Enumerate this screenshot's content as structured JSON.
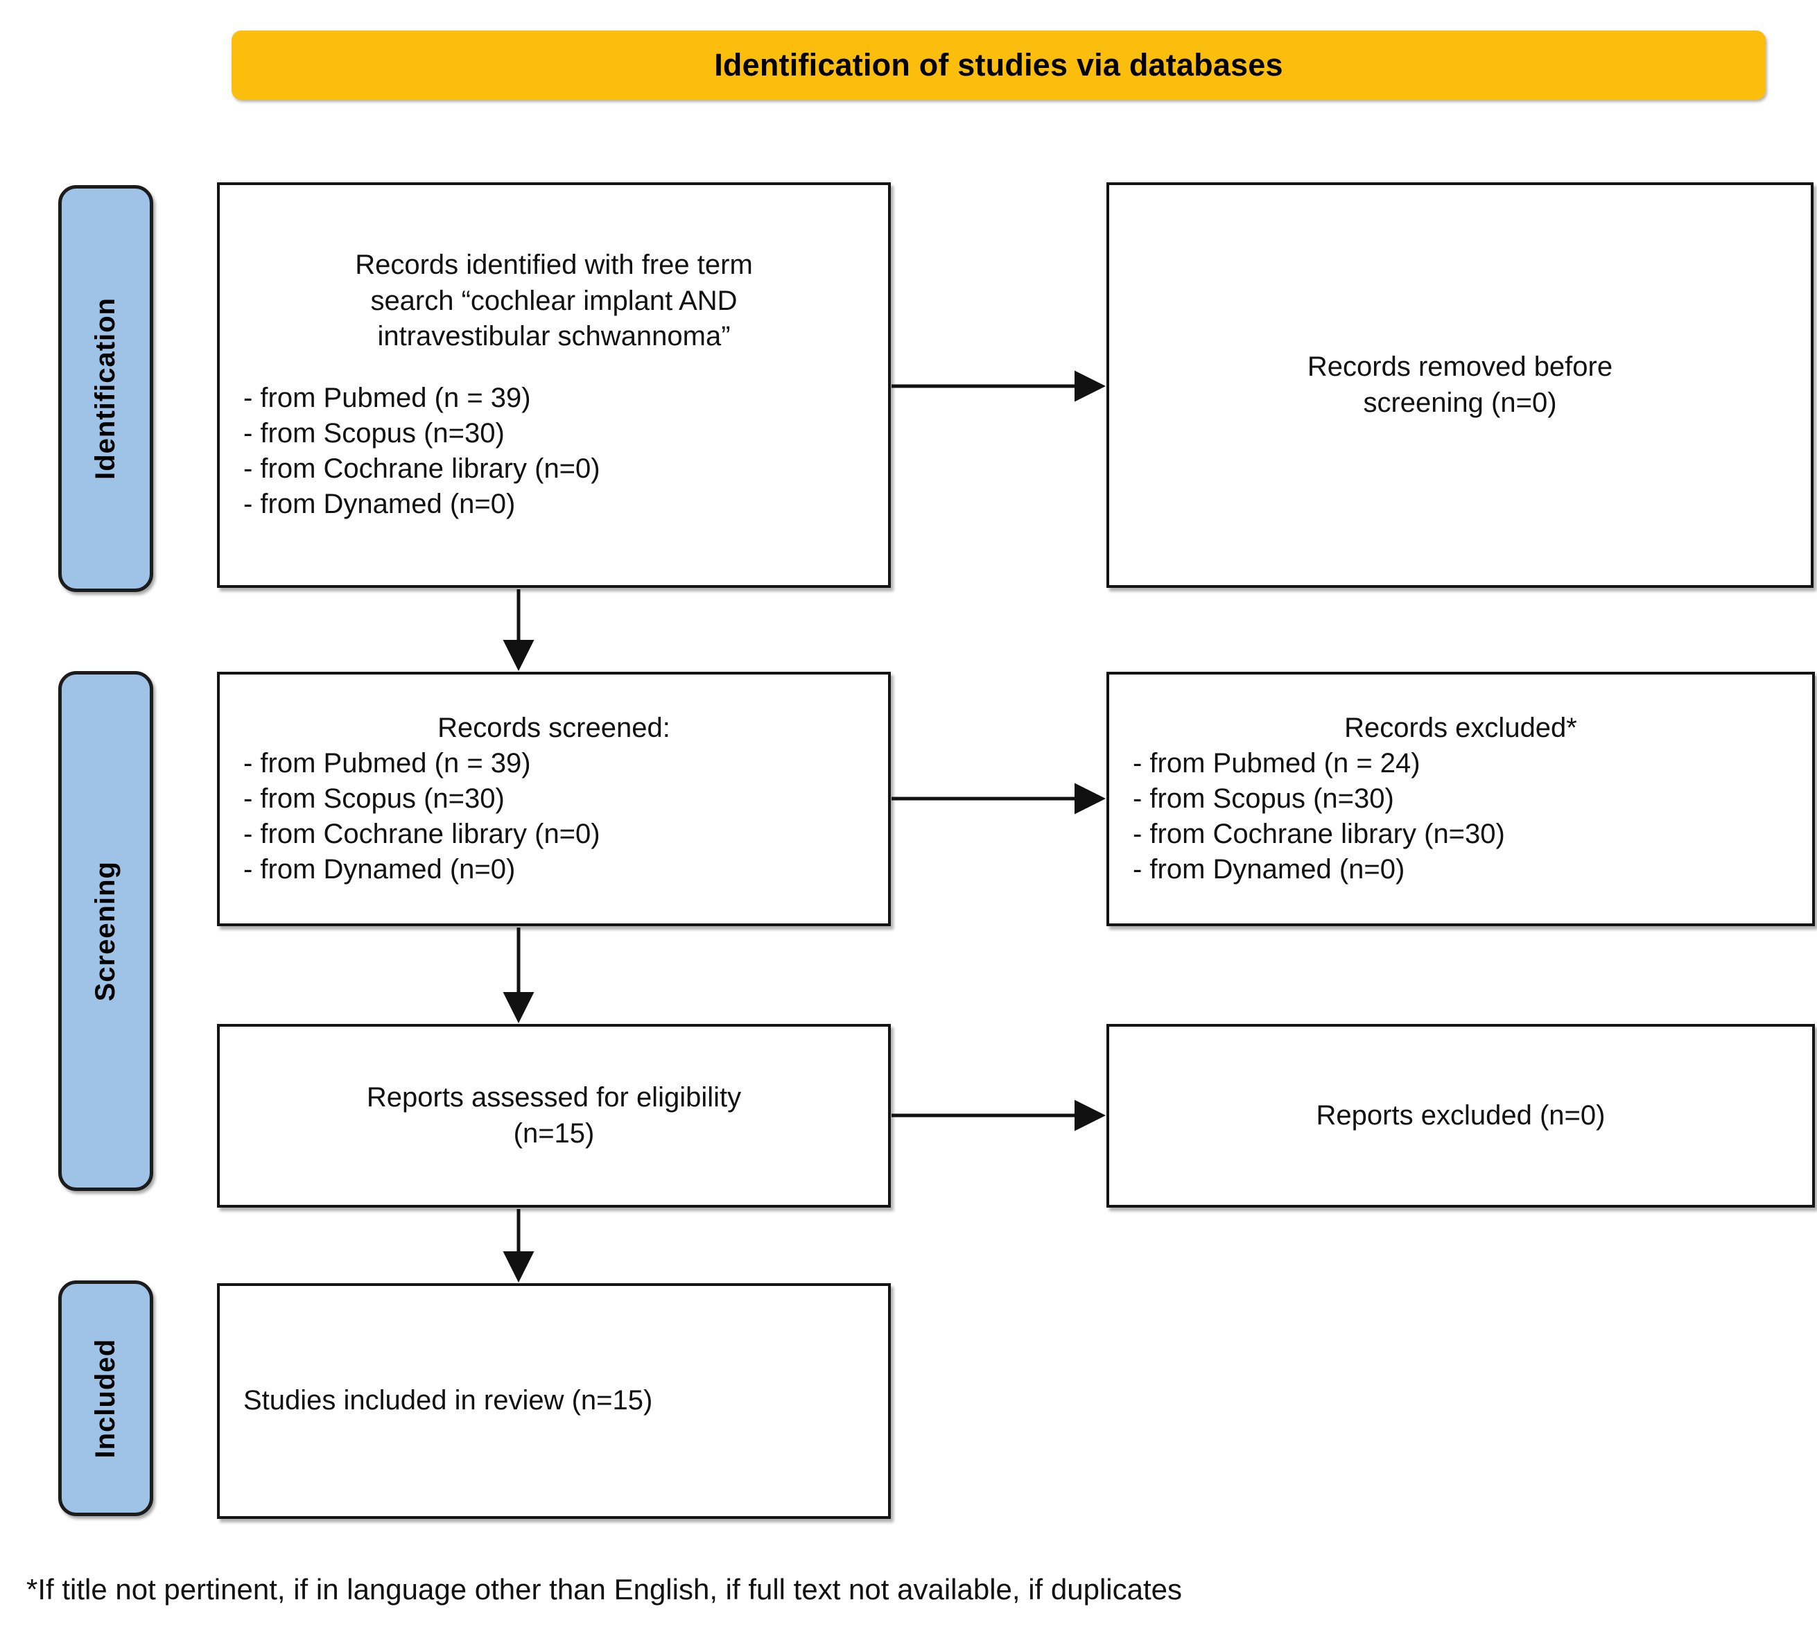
{
  "banner": {
    "title": "Identification of studies via databases",
    "color": "#FCBE0C"
  },
  "stages": {
    "identification": "Identification",
    "screening": "Screening",
    "included": "Included",
    "color": "#9EC3E6"
  },
  "boxes": {
    "identified": {
      "line1": "Records identified with free term",
      "line2": "search “cochlear implant AND",
      "line3": "intravestibular schwannoma”",
      "items": [
        "- from Pubmed (n = 39)",
        "- from Scopus (n=30)",
        "- from Cochrane library (n=0)",
        "- from Dynamed (n=0)"
      ]
    },
    "removed": {
      "line1": "Records removed before",
      "line2": "screening (n=0)"
    },
    "screened": {
      "heading": "Records screened:",
      "items": [
        "- from Pubmed (n = 39)",
        "- from Scopus (n=30)",
        "- from Cochrane library (n=0)",
        "- from Dynamed (n=0)"
      ]
    },
    "excluded": {
      "heading": "Records excluded*",
      "items": [
        "- from Pubmed (n = 24)",
        "- from Scopus (n=30)",
        "- from Cochrane library (n=30)",
        "- from Dynamed (n=0)"
      ]
    },
    "eligibility": {
      "line1": "Reports assessed for eligibility",
      "line2": "(n=15)"
    },
    "reports_excluded": {
      "line1": "Reports excluded (n=0)"
    },
    "included": {
      "line1": "Studies included in review (n=15)"
    }
  },
  "footnote": "*If title not pertinent, if in language other than English, if full text not available, if duplicates"
}
